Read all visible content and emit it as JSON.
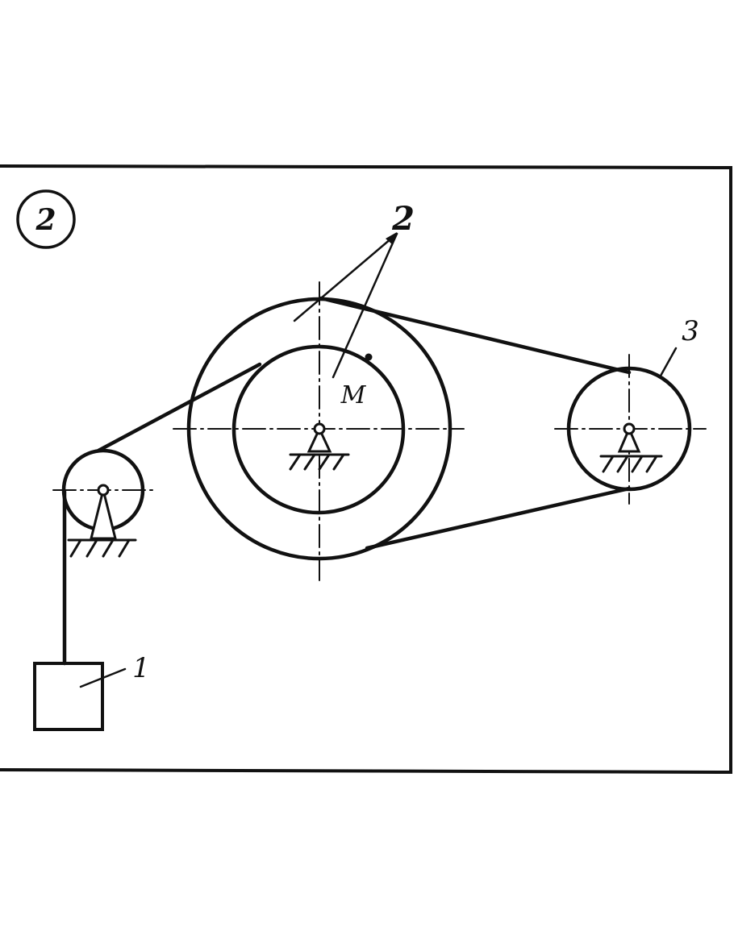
{
  "figure": {
    "variant_number": "2",
    "labels": {
      "load": "1",
      "stepped_wheel": "2",
      "pulley": "3",
      "point": "M"
    }
  },
  "colors": {
    "ink": "#111111",
    "background": "#ffffff"
  }
}
